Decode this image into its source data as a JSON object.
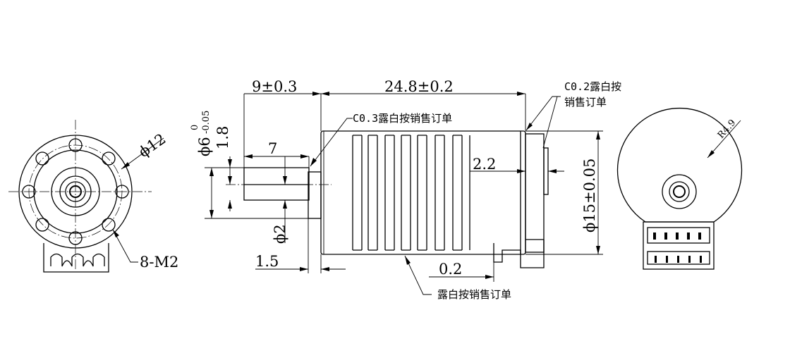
{
  "front_view": {
    "diameter_label": "ϕ12",
    "thread_label": "8-M2"
  },
  "side_view": {
    "shaft_length": "9±0.3",
    "body_length": "24.8±0.2",
    "shaft_flat_length": "7",
    "shaft_diameter": "ϕ6",
    "shaft_diameter_tol_upper": "0",
    "shaft_diameter_tol_lower": "-0.05",
    "flat_depth": "1.8",
    "boss_diameter": "ϕ2",
    "boss_length": "1.5",
    "cover_thickness": "2.2",
    "body_diameter": "ϕ15±0.05",
    "gap": "0.2",
    "chamfer_note_front": "C0.3露白按销售订单",
    "chamfer_note_rear_line1": "C0.2露白按",
    "chamfer_note_rear_line2": "销售订单",
    "body_note": "露白按销售订单"
  },
  "rear_view": {
    "radius_label": "R4.9"
  }
}
